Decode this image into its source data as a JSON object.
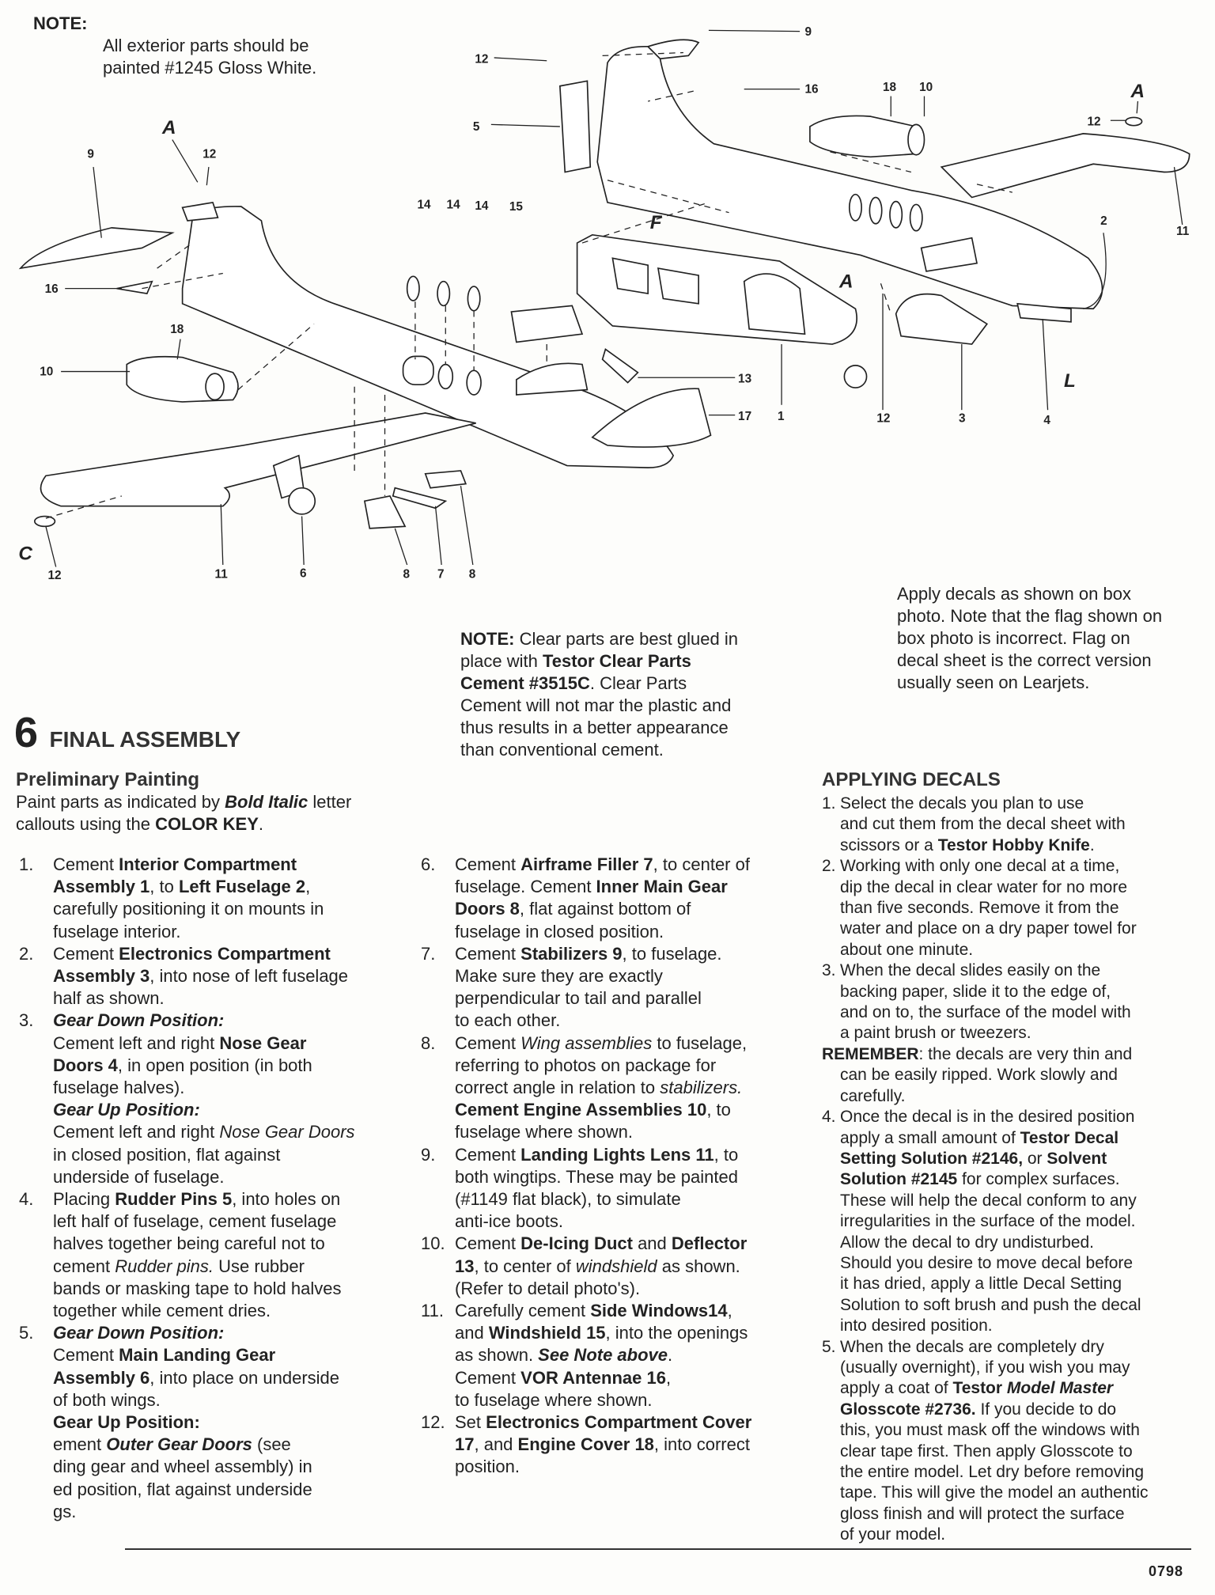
{
  "top_note": {
    "label": "NOTE:",
    "text": "All exterior parts should be\npainted #1245 Gloss White."
  },
  "diagram_labels": {
    "l9_top": "9",
    "l12_top": "12",
    "l16_top": "16",
    "l18_top": "18",
    "l10_top": "10",
    "A_right": "A",
    "l12_right": "12",
    "l5": "5",
    "l9_left": "9",
    "A_left": "A",
    "l12_left": "12",
    "l14a": "14",
    "l14b": "14",
    "l14c": "14",
    "l15": "15",
    "F": "F",
    "l2": "2",
    "l11_right": "11",
    "l16_left": "16",
    "l18_left": "18",
    "l10_left": "10",
    "A_mid": "A",
    "L": "L",
    "l13": "13",
    "l17": "17",
    "l1": "1",
    "l12_mid": "12",
    "l3": "3",
    "l4": "4",
    "C": "C",
    "l12_bottom": "12",
    "l11_bottom": "11",
    "l6": "6",
    "l8a": "8",
    "l7": "7",
    "l8b": "8"
  },
  "decal_note": "Apply decals as shown on box\nphoto. Note that the flag shown on\nbox photo is incorrect. Flag on\ndecal sheet is the correct version\nusually seen on Learjets.",
  "clear_note": [
    [
      "b",
      "NOTE:"
    ],
    [
      "",
      "  Clear parts are best glued in\nplace with "
    ],
    [
      "b",
      "Testor Clear Parts\nCement #3515C"
    ],
    [
      "",
      ". Clear Parts\nCement will not mar the plastic and\nthus results in a better appearance\nthan conventional cement."
    ]
  ],
  "section": {
    "number": "6",
    "title": "FINAL ASSEMBLY"
  },
  "preliminary": {
    "heading": "Preliminary Painting",
    "text": [
      [
        "",
        "Paint parts as indicated by "
      ],
      [
        "bi",
        "Bold Italic"
      ],
      [
        "",
        " letter\ncallouts using the "
      ],
      [
        "b",
        "COLOR KEY"
      ],
      [
        "",
        "."
      ]
    ]
  },
  "steps_col1": [
    {
      "num": "1.",
      "runs": [
        [
          "",
          "Cement "
        ],
        [
          "b",
          "Interior Compartment\nAssembly 1"
        ],
        [
          "",
          ", to "
        ],
        [
          "b",
          "Left Fuselage 2"
        ],
        [
          "",
          ",\ncarefully positioning it on mounts in\nfuselage interior."
        ]
      ]
    },
    {
      "num": "2.",
      "runs": [
        [
          "",
          "Cement "
        ],
        [
          "b",
          "Electronics Compartment\nAssembly 3"
        ],
        [
          "",
          ", into nose of left fuselage\nhalf as shown."
        ]
      ]
    },
    {
      "num": "3.",
      "runs": [
        [
          "bi",
          "Gear Down Position:"
        ],
        [
          "",
          "\nCement left and right "
        ],
        [
          "b",
          "Nose Gear\nDoors 4"
        ],
        [
          "",
          ", in open position (in both\nfuselage halves).\n"
        ],
        [
          "bi",
          "Gear Up Position:"
        ],
        [
          "",
          "\nCement left and right "
        ],
        [
          "i",
          "Nose Gear Doors"
        ],
        [
          "",
          "\nin closed position, flat against\nunderside of fuselage."
        ]
      ]
    },
    {
      "num": "4.",
      "runs": [
        [
          "",
          "Placing "
        ],
        [
          "b",
          "Rudder Pins 5"
        ],
        [
          "",
          ", into holes on\nleft half of fuselage, cement fuselage\nhalves together being careful not to\ncement "
        ],
        [
          "i",
          "Rudder pins."
        ],
        [
          "",
          "  Use rubber\nbands or masking tape to hold halves\ntogether while cement dries."
        ]
      ]
    },
    {
      "num": "5.",
      "runs": [
        [
          "bi",
          "Gear Down Position:"
        ],
        [
          "",
          "\nCement "
        ],
        [
          "b",
          "Main Landing Gear\nAssembly 6"
        ],
        [
          "",
          ", into place on underside\nof both wings.\n"
        ],
        [
          "b",
          "Gear Up Position:"
        ],
        [
          "",
          "\n  ement "
        ],
        [
          "bi",
          "Outer Gear Doors"
        ],
        [
          "",
          " (see\n     ding gear and wheel assembly) in\n      ed position, flat against underside\n           gs."
        ]
      ]
    }
  ],
  "steps_col2": [
    {
      "num": "6.",
      "runs": [
        [
          "",
          "Cement "
        ],
        [
          "b",
          "Airframe Filler 7"
        ],
        [
          "",
          ", to center of\nfuselage. Cement "
        ],
        [
          "b",
          "Inner Main Gear\nDoors 8"
        ],
        [
          "",
          ", flat against bottom of\nfuselage in closed position."
        ]
      ]
    },
    {
      "num": "7.",
      "runs": [
        [
          "",
          "Cement "
        ],
        [
          "b",
          "Stabilizers 9"
        ],
        [
          "",
          ", to fuselage.\nMake sure they are exactly\nperpendicular to tail and parallel\nto each other."
        ]
      ]
    },
    {
      "num": "8.",
      "runs": [
        [
          "",
          "Cement "
        ],
        [
          "i",
          "Wing assemblies"
        ],
        [
          "",
          " to fuselage,\nreferring to photos on package for\ncorrect angle in relation to "
        ],
        [
          "i",
          "stabilizers."
        ],
        [
          "",
          "\n"
        ],
        [
          "b",
          "Cement Engine Assemblies 10"
        ],
        [
          "",
          ", to\nfuselage where shown."
        ]
      ]
    },
    {
      "num": "9.",
      "runs": [
        [
          "",
          "Cement "
        ],
        [
          "b",
          "Landing Lights  Lens 11"
        ],
        [
          "",
          ", to\nboth wingtips. These may be painted\n(#1149 flat black), to simulate\nanti-ice boots."
        ]
      ]
    },
    {
      "num": "10.",
      "runs": [
        [
          "",
          "Cement "
        ],
        [
          "b",
          "De-Icing Duct"
        ],
        [
          "",
          " and "
        ],
        [
          "b",
          "Deflector\n13"
        ],
        [
          "",
          ", to center of "
        ],
        [
          "i",
          "windshield"
        ],
        [
          "",
          " as shown.\n(Refer to detail photo's)."
        ]
      ]
    },
    {
      "num": "11.",
      "runs": [
        [
          "",
          "Carefully cement "
        ],
        [
          "b",
          "Side Windows14"
        ],
        [
          "",
          ",\nand "
        ],
        [
          "b",
          "Windshield 15"
        ],
        [
          "",
          ", into the openings\nas shown. "
        ],
        [
          "bi",
          "See Note above"
        ],
        [
          "",
          ".\nCement "
        ],
        [
          "b",
          "VOR Antennae 16"
        ],
        [
          "",
          ",\nto fuselage where shown."
        ]
      ]
    },
    {
      "num": "12.",
      "runs": [
        [
          "",
          "Set "
        ],
        [
          "b",
          "Electronics Compartment Cover\n17"
        ],
        [
          "",
          ", and "
        ],
        [
          "b",
          "Engine Cover 18"
        ],
        [
          "",
          ", into correct\nposition."
        ]
      ]
    }
  ],
  "decals": {
    "heading": "APPLYING DECALS",
    "steps_a": [
      {
        "num": "1.",
        "runs": [
          [
            "",
            "Select the decals you plan to use\nand cut them from the decal sheet with\nscissors or a "
          ],
          [
            "b",
            "Testor Hobby Knife"
          ],
          [
            "",
            "."
          ]
        ]
      },
      {
        "num": "2.",
        "runs": [
          [
            "",
            "Working with only one decal at a time,\ndip the decal in clear water for no more\nthan five seconds. Remove it from the\nwater and place on a dry paper towel for\nabout one minute."
          ]
        ]
      },
      {
        "num": "3.",
        "runs": [
          [
            "",
            "When the decal slides easily on the\nbacking paper, slide it to the edge of,\nand on to, the surface of the model with\na paint brush or tweezers."
          ]
        ]
      }
    ],
    "remember": [
      [
        "b",
        "REMEMBER"
      ],
      [
        "",
        ": the decals are very thin and\ncan be easily ripped. Work slowly and\ncarefully."
      ]
    ],
    "steps_b": [
      {
        "num": "4.",
        "runs": [
          [
            "",
            "Once the decal is in the desired position\napply a small amount of "
          ],
          [
            "b",
            "Testor Decal\nSetting Solution #2146,"
          ],
          [
            "",
            " or  "
          ],
          [
            "b",
            "Solvent\nSolution #2145"
          ],
          [
            "",
            " for complex surfaces.\nThese will help the decal conform to any\nirregularities in the surface of the model.\nAllow the decal to dry undisturbed.\nShould you desire to move decal before\nit has dried, apply a little Decal Setting\nSolution to soft brush and push the decal\ninto desired position."
          ]
        ]
      },
      {
        "num": "5.",
        "runs": [
          [
            "",
            "When the decals are completely dry\n(usually overnight), if you wish you may\napply a coat of "
          ],
          [
            "b",
            "Testor "
          ],
          [
            "bi",
            "Model Master\n"
          ],
          [
            "b",
            "Glosscote #2736."
          ],
          [
            "",
            " If you decide to do\nthis, you must mask off the windows with\nclear tape first. Then apply Glosscote to\nthe entire model. Let dry before removing\ntape. This will give the model an authentic\ngloss finish and will protect the surface\nof your model."
          ]
        ]
      }
    ]
  },
  "page_number": "0798"
}
